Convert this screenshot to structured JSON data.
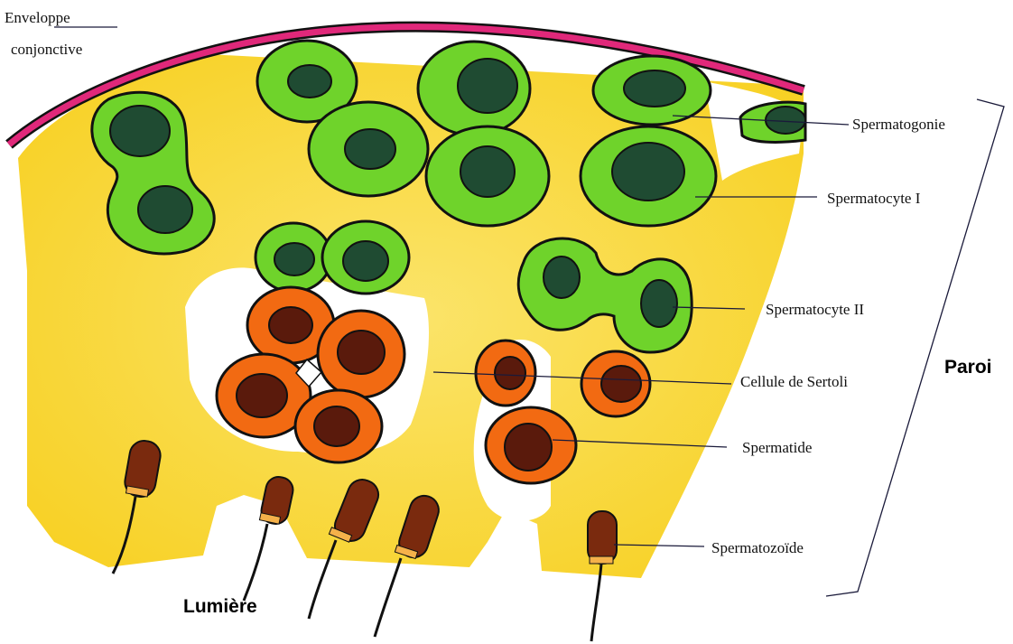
{
  "labels": {
    "enveloppe_line1": "Enveloppe",
    "enveloppe_line2": "conjonctive",
    "spermatogonie": "Spermatogonie",
    "spermatocyte_1": "Spermatocyte I",
    "spermatocyte_2": "Spermatocyte II",
    "sertoli": "Cellule de Sertoli",
    "spermatide": "Spermatide",
    "spermatozoide": "Spermatozoïde",
    "paroi": "Paroi",
    "lumiere": "Lumière"
  },
  "colors": {
    "sertoli_yellow": "#f7cf1e",
    "sertoli_light": "#fbe46a",
    "green_cytoplasm": "#6fd32b",
    "green_nucleus": "#1f4b32",
    "orange_cytoplasm": "#f26a12",
    "orange_nucleus": "#5a1a0c",
    "sperm_head": "#7a2a0e",
    "envelope_pink": "#e0287a",
    "outline": "#111111"
  }
}
